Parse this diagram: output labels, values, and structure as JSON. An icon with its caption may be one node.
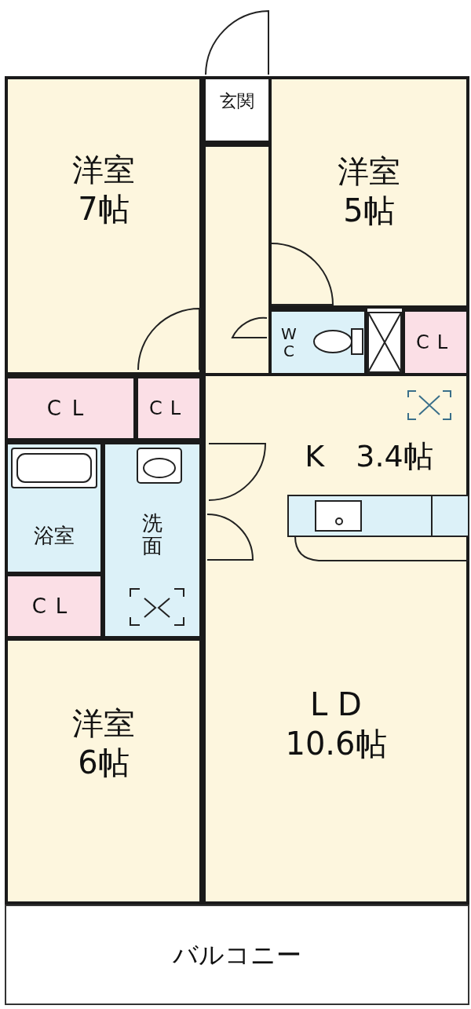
{
  "diagram": {
    "nodes": [
      {
        "text": [
          "洋室",
          "7帖"
        ]
      },
      {
        "text": [
          "玄関"
        ]
      },
      {
        "text": [
          "洋室",
          "5帖"
        ]
      },
      {
        "text": [
          "WC"
        ]
      },
      {
        "text": [
          "CL"
        ]
      },
      {
        "text": [
          "CL"
        ]
      },
      {
        "text": [
          "CL"
        ]
      },
      {
        "text": [
          "K",
          "3.4帖"
        ]
      },
      {
        "text": [
          "浴室"
        ]
      },
      {
        "text": [
          "洗面"
        ]
      },
      {
        "text": [
          "CL"
        ]
      },
      {
        "text": [
          "洋室",
          "6帖"
        ]
      },
      {
        "text": [
          "L D",
          "10.6帖"
        ]
      },
      {
        "text": [
          "バルコニー"
        ]
      }
    ],
    "edges": []
  }
}
